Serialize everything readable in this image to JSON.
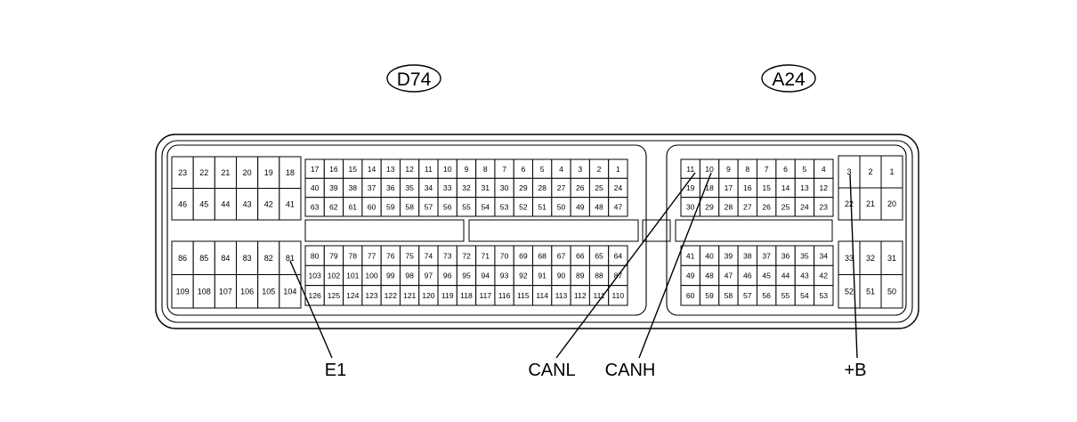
{
  "connectors": {
    "d74": {
      "id": "D74"
    },
    "a24": {
      "id": "A24"
    }
  },
  "d74_pins": {
    "left_upper": [
      [
        "23",
        "22",
        "21",
        "20",
        "19",
        "18"
      ],
      [
        "46",
        "45",
        "44",
        "43",
        "42",
        "41"
      ]
    ],
    "left_lower": [
      [
        "86",
        "85",
        "84",
        "83",
        "82",
        "81"
      ],
      [
        "109",
        "108",
        "107",
        "106",
        "105",
        "104"
      ]
    ],
    "mid_upper": [
      [
        "17",
        "16",
        "15",
        "14",
        "13",
        "12",
        "11",
        "10",
        "9",
        "8",
        "7",
        "6",
        "5",
        "4",
        "3",
        "2",
        "1"
      ],
      [
        "40",
        "39",
        "38",
        "37",
        "36",
        "35",
        "34",
        "33",
        "32",
        "31",
        "30",
        "29",
        "28",
        "27",
        "26",
        "25",
        "24"
      ],
      [
        "63",
        "62",
        "61",
        "60",
        "59",
        "58",
        "57",
        "56",
        "55",
        "54",
        "53",
        "52",
        "51",
        "50",
        "49",
        "48",
        "47"
      ]
    ],
    "mid_lower": [
      [
        "80",
        "79",
        "78",
        "77",
        "76",
        "75",
        "74",
        "73",
        "72",
        "71",
        "70",
        "69",
        "68",
        "67",
        "66",
        "65",
        "64"
      ],
      [
        "103",
        "102",
        "101",
        "100",
        "99",
        "98",
        "97",
        "96",
        "95",
        "94",
        "93",
        "92",
        "91",
        "90",
        "89",
        "88",
        "87"
      ],
      [
        "126",
        "125",
        "124",
        "123",
        "122",
        "121",
        "120",
        "119",
        "118",
        "117",
        "116",
        "115",
        "114",
        "113",
        "112",
        "111",
        "110"
      ]
    ]
  },
  "a24_pins": {
    "mid_upper": [
      [
        "11",
        "10",
        "9",
        "8",
        "7",
        "6",
        "5",
        "4"
      ],
      [
        "19",
        "18",
        "17",
        "16",
        "15",
        "14",
        "13",
        "12"
      ],
      [
        "30",
        "29",
        "28",
        "27",
        "26",
        "25",
        "24",
        "23"
      ]
    ],
    "mid_lower": [
      [
        "41",
        "40",
        "39",
        "38",
        "37",
        "36",
        "35",
        "34"
      ],
      [
        "49",
        "48",
        "47",
        "46",
        "45",
        "44",
        "43",
        "42"
      ],
      [
        "60",
        "59",
        "58",
        "57",
        "56",
        "55",
        "54",
        "53"
      ]
    ],
    "right_upper": [
      [
        "3",
        "2",
        "1"
      ],
      [
        "22",
        "21",
        "20"
      ]
    ],
    "right_lower": [
      [
        "33",
        "32",
        "31"
      ],
      [
        "52",
        "51",
        "50"
      ]
    ]
  },
  "callouts": {
    "e1": "E1",
    "canl": "CANL",
    "canh": "CANH",
    "b": "+B"
  }
}
